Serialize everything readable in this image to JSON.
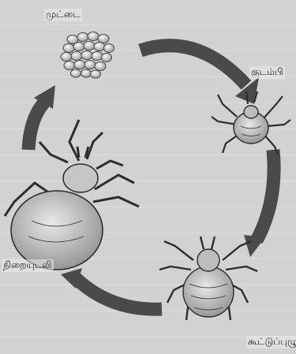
{
  "diagram": {
    "stages": {
      "egg": {
        "label": "முட்டை"
      },
      "larva": {
        "label": "குடம்பி"
      },
      "nymph": {
        "label": "கூட்டுப்புழு"
      },
      "adult": {
        "label": "நிறையுடலி"
      }
    }
  }
}
